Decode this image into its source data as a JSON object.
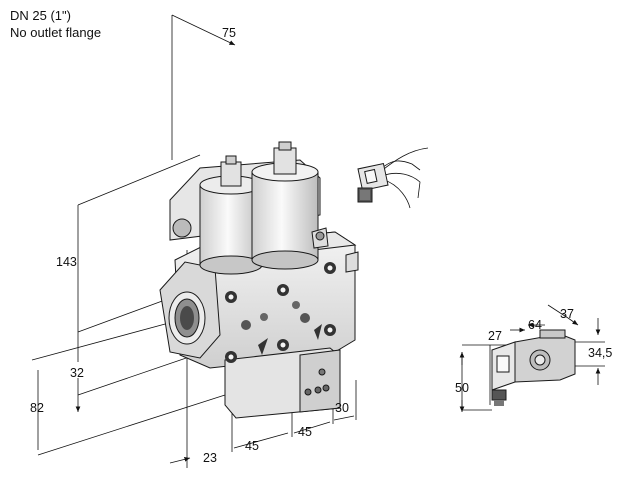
{
  "caption": {
    "line1": "DN 25 (1\")",
    "line2": "No outlet flange"
  },
  "dimensions": {
    "d75": "75",
    "d143": "143",
    "d32": "32",
    "d82": "82",
    "d23": "23",
    "d45a": "45",
    "d45b": "45",
    "d30": "30",
    "d27": "27",
    "d64": "64",
    "d37": "37",
    "d345": "34,5",
    "d50": "50"
  },
  "colors": {
    "body_light": "#f2f2f2",
    "body_mid": "#d6d6d6",
    "body_dark": "#9a9a9a",
    "line": "#111111"
  }
}
